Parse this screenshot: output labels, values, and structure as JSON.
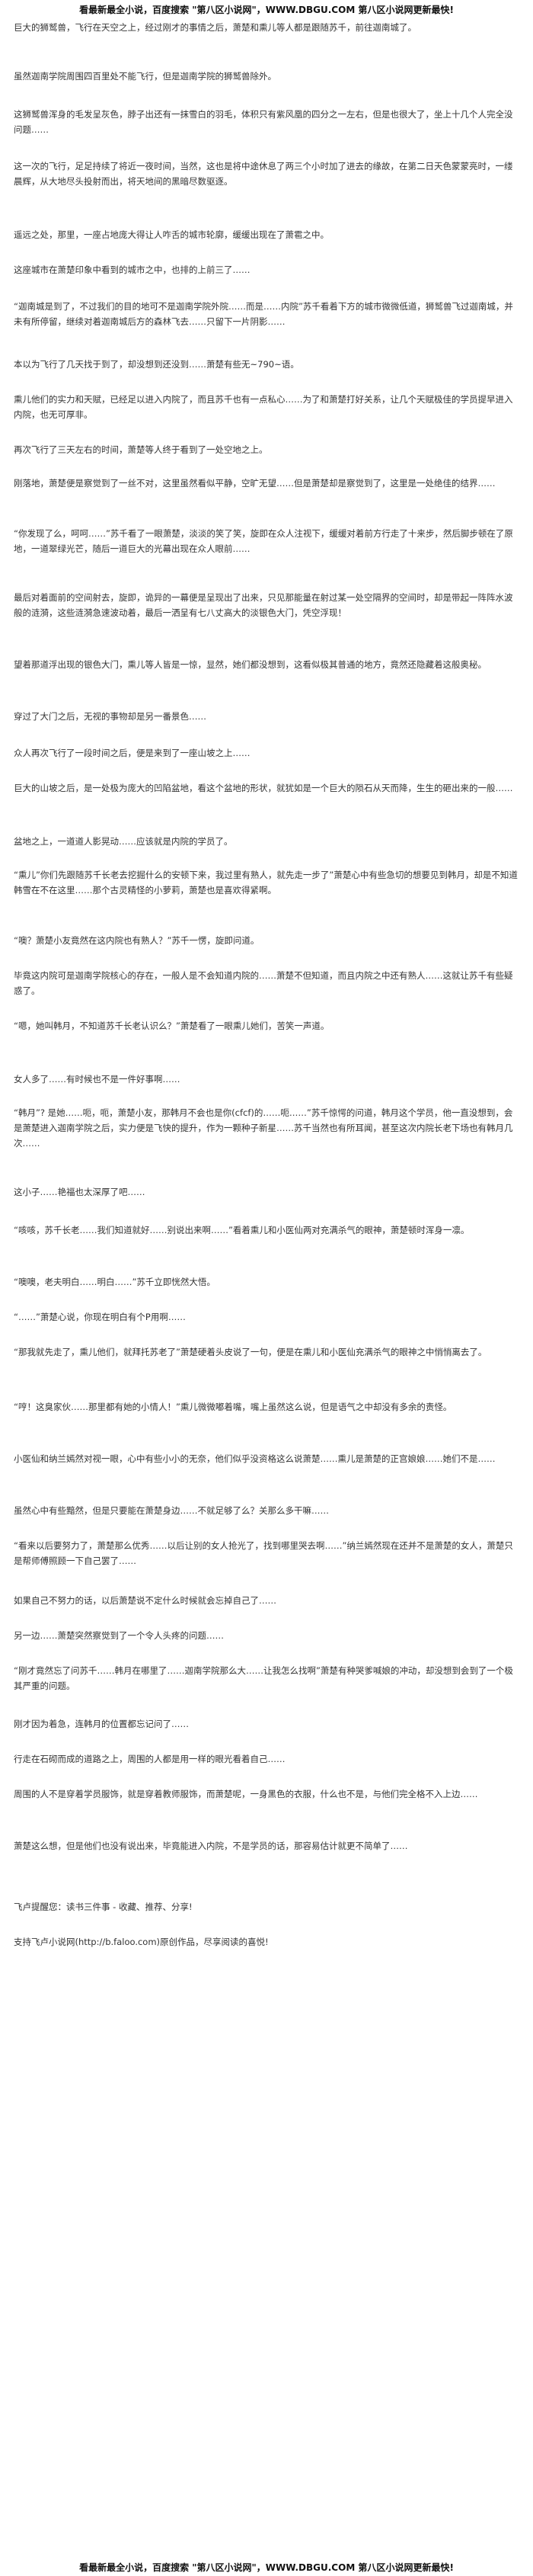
{
  "banner_top": "看最新最全小说，百度搜索 \"第八区小说网\"，WWW.DBGU.COM 第八区小说网更新最快!",
  "paragraphs": [
    "巨大的狮鹫兽，飞行在天空之上，经过刚才的事情之后，萧楚和熏儿等人都是跟随苏千，前往迦南城了。",
    "虽然迦南学院周围四百里处不能飞行，但是迦南学院的狮鹫兽除外。",
    "这狮鹫兽浑身的毛发呈灰色，脖子出还有一抹雪白的羽毛，体积只有紫风凰的四分之一左右，但是也很大了，坐上十几个人完全没问题……",
    "这一次的飞行，足足持续了将近一夜时间，当然，这也是将中途休息了两三个小时加了进去的缘故，在第二日天色蒙蒙亮时，一缕晨辉，从大地尽头投射而出，将天地间的黑暗尽数驱逐。",
    "遥远之处，那里，一座占地庞大得让人咋舌的城市轮廓，缓缓出现在了萧雹之中。",
    "这座城市在萧楚印象中看到的城市之中，也排的上前三了……",
    "“迦南城是到了，不过我们的目的地可不是迦南学院外院……而是……内院”苏千看着下方的城市微微低道，狮鹫兽飞过迦南城，并未有所停留，继续对着迦南城后方的森林飞去……只留下一片阴影……",
    "本以为飞行了几天找于到了，却没想到还没到……萧楚有些无~790~语。",
    "熏儿他们的实力和天赋，已经足以进入内院了，而且苏千也有一点私心……为了和萧楚打好关系，让几个天赋极佳的学员提早进入内院，也无可厚非。",
    "再次飞行了三天左右的时间，萧楚等人终于看到了一处空地之上。",
    "刚落地，萧楚便是察觉到了一丝不对，这里虽然看似平静，空旷无望……但是萧楚却是察觉到了，这里是一处绝佳的结界……",
    "“你发现了么，呵呵……”苏千看了一眼萧楚，淡淡的笑了笑，旋即在众人注视下，缓缓对着前方行走了十来步，然后脚步顿在了原地，一道翠绿光芒，随后一道巨大的光幕出现在众人眼前……",
    "最后对着面前的空间射去，旋即，诡异的一幕便是呈现出了出来，只见那能量在射过某一处空隔界的空间时，却是带起一阵阵水波般的涟漪，这些涟漪急速波动着，最后一洒呈有七八丈高大的淡银色大门，凭空浮现！",
    "望着那道浮出现的银色大门，熏儿等人皆是一惊，显然，她们都没想到，这看似极其普通的地方，竟然还隐藏着这般奥秘。",
    "穿过了大门之后，无视的事物却是另一番景色……",
    "众人再次飞行了一段时间之后，便是来到了一座山坡之上……",
    "巨大的山坡之后，是一处极为庞大的凹陷盆地，看这个盆地的形状，就犹如是一个巨大的陨石从天而降，生生的砸出来的一般……",
    "盆地之上，一道道人影晃动……应该就是内院的学员了。",
    "“熏儿”你们先跟随苏千长老去挖掘什么的安顿下来，我过里有熟人，就先走一步了”萧楚心中有些急切的想要见到韩月，却是不知道韩雪在不在这里……那个古灵精怪的小萝莉，萧楚也是喜欢得紧啊。",
    "“噢？萧楚小友竟然在这内院也有熟人？”苏千一愣，旋即问道。",
    "毕竟这内院可是迦南学院核心的存在，一般人是不会知道内院的……萧楚不但知道，而且内院之中还有熟人……这就让苏千有些疑惑了。",
    "“嗯，她叫韩月，不知道苏千长老认识么？”萧楚看了一眼熏儿她们，苦笑一声道。",
    "女人多了……有时候也不是一件好事啊……",
    "“韩月”? 是她……呃，呃，萧楚小友，那韩月不会也是你(cfcf)的……呃……”苏千惊愕的问道，韩月这个学员，他一直没想到，会是萧楚进入迦南学院之后，实力便是飞快的提升，作为一颗种子新星……苏千当然也有所耳闻，甚至这次内院长老下场也有韩月几次……",
    "这小子……艳福也太深厚了吧……",
    "“咳咳，苏千长老……我们知道就好……别说出来啊……”看着熏儿和小医仙两对充满杀气的眼神，萧楚顿时浑身一凛。",
    "“噢噢，老夫明白……明白……”苏千立即恍然大悟。",
    "“……”萧楚心说，你现在明白有个P用啊……",
    "“那我就先走了，熏儿他们，就拜托苏老了”萧楚硬着头皮说了一句，便是在熏儿和小医仙充满杀气的眼神之中悄悄离去了。",
    "“哼！这臭家伙……那里都有她的小情人！”熏儿微微嘟着嘴，嘴上虽然这么说，但是语气之中却没有多余的责怪。",
    "小医仙和纳兰嫣然对视一眼，心中有些小小的无奈，他们似乎没资格这么说萧楚……熏儿是萧楚的正宫娘娘……她们不是……",
    "虽然心中有些黯然，但是只要能在萧楚身边……不就足够了么？关那么多干嘛……",
    "“看来以后要努力了，萧楚那么优秀……以后让别的女人抢光了，找到哪里哭去啊……”纳兰嫣然现在还并不是萧楚的女人，萧楚只是帮师傅照顾一下自己罢了……",
    "如果自己不努力的话，以后萧楚说不定什么时候就会忘掉自己了……",
    "另一边……萧楚突然察觉到了一个令人头疼的问题……",
    "“刚才竟然忘了问苏千……韩月在哪里了……迦南学院那么大……让我怎么找啊”萧楚有种哭爹喊娘的冲动，却没想到会到了一个极其严重的问题。",
    "刚才因为着急，连韩月的位置都忘记问了……",
    "行走在石砌而成的道路之上，周围的人都是用一样的眼光看着自己……",
    "周围的人不是穿着学员服饰，就是穿着教师服饰，而萧楚呢，一身黑色的衣服，什么也不是，与他们完全格不入上边……",
    "萧楚这么想，但是他们也没有说出来，毕竟能进入内院，不是学员的话，那容易估计就更不简单了……"
  ],
  "prompt_line": "飞卢提醒您：读书三件事 - 收藏、推荐、分享!",
  "support_line": "支持飞卢小说网(http://b.faloo.com)原创作品，尽享阅读的喜悦!",
  "banner_bottom": "看最新最全小说，百度搜索 \"第八区小说网\"，WWW.DBGU.COM 第八区小说网更新最快!"
}
